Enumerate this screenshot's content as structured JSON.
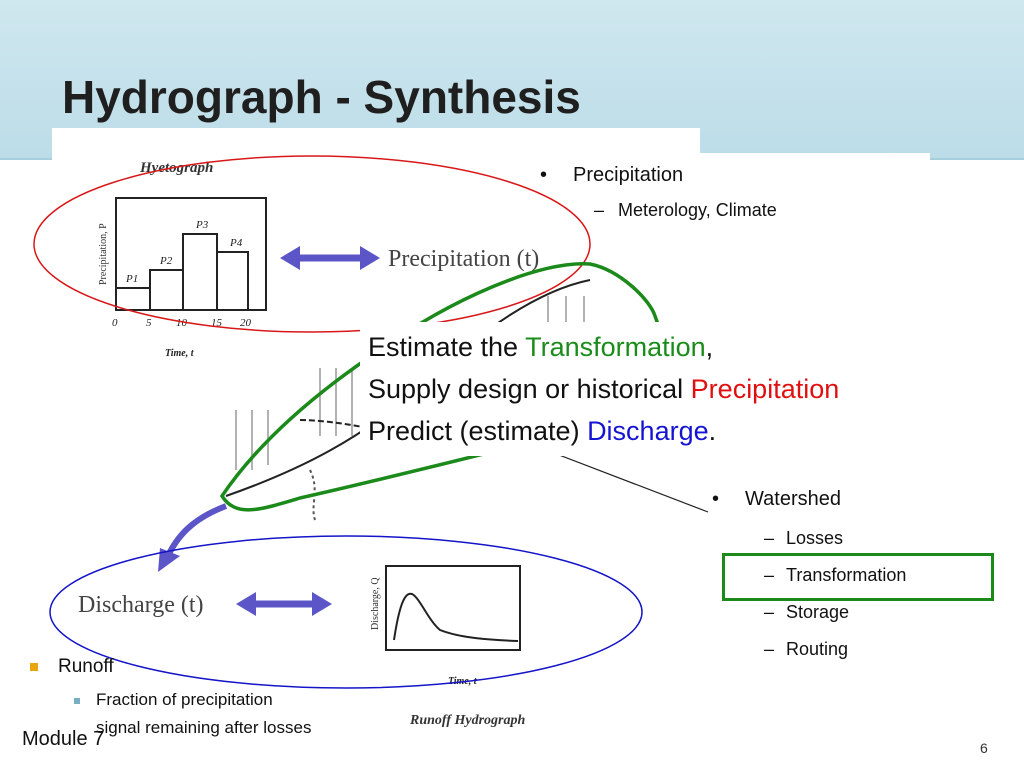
{
  "slide": {
    "title": "Hydrograph - Synthesis",
    "footer": "Module 7",
    "page_number": "6"
  },
  "figure": {
    "hyetograph_title": "Hyetograph",
    "precip_axis_label": "Precipitation, P",
    "time_axis_label": "Time, t",
    "x_ticks": [
      "0",
      "5",
      "10",
      "15",
      "20"
    ],
    "bar_labels": [
      "P1",
      "P2",
      "P3",
      "P4"
    ],
    "precip_label": "Precipitation (t)",
    "discharge_label": "Discharge (t)",
    "discharge_axis_label": "Discharge, Q",
    "runoff_time_label": "Time, t",
    "runoff_title": "Runoff Hydrograph"
  },
  "bullets": {
    "precipitation": {
      "label": "Precipitation",
      "sub": [
        "Meterology, Climate"
      ]
    },
    "watershed": {
      "label": "Watershed",
      "sub": [
        "Losses",
        "Transformation",
        "Storage",
        "Routing"
      ]
    },
    "runoff": {
      "label": "Runoff",
      "sub_line1": "Fraction of precipitation",
      "sub_line2": "signal remaining after losses"
    }
  },
  "callout": {
    "line1_prefix": "Estimate the ",
    "line1_highlight": "Transformation",
    "line1_suffix": ",",
    "line2_prefix": "Supply design or historical ",
    "line2_highlight": "Precipitation",
    "line3_prefix": "Predict (estimate) ",
    "line3_highlight": "Discharge",
    "line3_suffix": "."
  },
  "colors": {
    "header": "#cfe7ef",
    "transformation": "#1a8c1a",
    "precipitation": "#e01010",
    "discharge": "#1414d2",
    "bullet_square": "#e8a510",
    "arrow": "#5b55c8"
  }
}
